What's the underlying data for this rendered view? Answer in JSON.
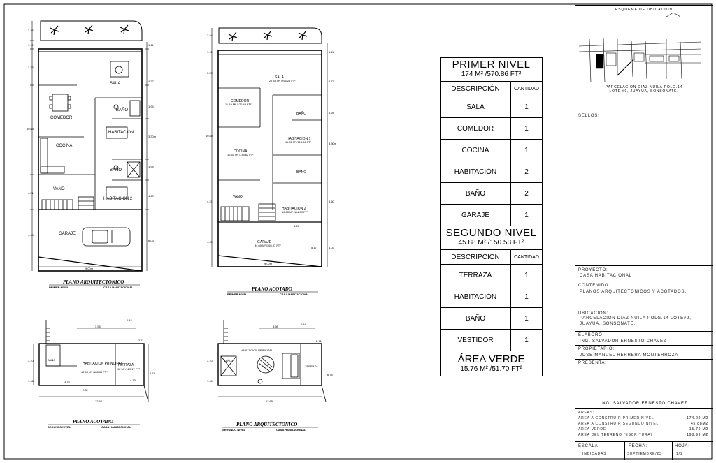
{
  "plans": {
    "plan1": {
      "title": "PLANO ARQUITECTONICO",
      "sub_left": "PRIMER NIVEL",
      "sub_right": "CASA HABITACIONAL"
    },
    "plan2": {
      "title": "PLANO ACOTADO",
      "sub_left": "PRIMER NIVEL",
      "sub_right": "CASA HABITACIONAL"
    },
    "plan3": {
      "title": "PLANO ACOTADO",
      "sub_left": "SEGUNDO NIVEL",
      "sub_right": "CASA HABITACIONAL"
    },
    "plan4": {
      "title": "PLANO ARQUITECTONICO",
      "sub_left": "SEGUNDO NIVEL",
      "sub_right": "CASA HABITACIONAL"
    },
    "rooms": {
      "sala": "SALA",
      "comedor": "COMEDOR",
      "cocina": "COCINA",
      "bano": "BAÑO",
      "habitacion1": "HABITACION 1",
      "habitacion2": "HABITACION 2",
      "vano": "VANO",
      "garaje": "GARAJE",
      "terraza": "TERRAZA",
      "hab_principal": "HABITACION PRINCIPAL"
    },
    "dims": {
      "d234": "2.34",
      "d112": "1.12",
      "d323": "3.23",
      "d1085": "10.85",
      "d421": "4.21",
      "d445": "4.45",
      "d900": "9.00m",
      "d603": "6.03",
      "d111": "1.11",
      "d477": "4.77",
      "d194": "1.94",
      "d330": "3.30m",
      "d460": "4.60",
      "d300": "3.00",
      "d1265": "12.65",
      "d310": "3.10",
      "d146": "1.46",
      "d674": "6.74",
      "d356": "3.56",
      "d044": "0.44",
      "d271": "2.71",
      "d413": "4.13",
      "d232": "2.32",
      "d175": "1.75",
      "d517": "5.17",
      "d423": "4.23"
    },
    "area_notes": {
      "sala": "27.43 M² /295.21 FT²",
      "comedor": "11.19 M² /120.43 FT²",
      "cocina": "12.60 M² /135.62 FT²",
      "habitacion1": "11.02 M² /118.61 FT²",
      "habitacion2": "10.60 M² /114.09 FT²",
      "garaje": "34.00 M² /365.97 FT²",
      "hab_principal": "17.50 M² /188.36 FT²",
      "terraza": "12 M² /129.17 FT²"
    }
  },
  "summary": {
    "level1_title": "PRIMER NIVEL",
    "level1_area": "174 M² /570.86 FT²",
    "col_desc": "DESCRIPCIÓN",
    "col_qty": "CANTIDAD",
    "level1_rows": [
      {
        "desc": "SALA",
        "qty": "1"
      },
      {
        "desc": "COMEDOR",
        "qty": "1"
      },
      {
        "desc": "COCINA",
        "qty": "1"
      },
      {
        "desc": "HABITACIÓN",
        "qty": "2"
      },
      {
        "desc": "BAÑO",
        "qty": "2"
      },
      {
        "desc": "GARAJE",
        "qty": "1"
      }
    ],
    "level2_title": "SEGUNDO NIVEL",
    "level2_area": "45.88 M² /150.53 FT²",
    "level2_rows": [
      {
        "desc": "TERRAZA",
        "qty": "1"
      },
      {
        "desc": "HABITACIÓN",
        "qty": "1"
      },
      {
        "desc": "BAÑO",
        "qty": "1"
      },
      {
        "desc": "VESTIDOR",
        "qty": "1"
      }
    ],
    "green_title": "ÁREA VERDE",
    "green_area": "15.76 M² /51.70 FT²"
  },
  "titleblock": {
    "location_title": "ESQUEMA DE UBICACION",
    "location_caption_1": "PARCELACION DIAZ NUILA POLG.14",
    "location_caption_2": "LOTE #9, JUAYUA, SONSONATE.",
    "sellos_label": "SELLOS:",
    "proyecto_label": "PROYECTO:",
    "proyecto_value": "CASA HABITACIONAL",
    "contenido_label": "CONTENIDO:",
    "contenido_value": "PLANOS ARQUITECTONICOS Y ACOTADOS.",
    "ubicacion_label": "UBICACION:",
    "ubicacion_value_1": "PARCELACION DIAZ NUILA POLG.14 LOTE#9,",
    "ubicacion_value_2": "JUAYUA, SONSONATE.",
    "elaboro_label": "ELABORO:",
    "elaboro_value": "ING. SALVADOR ERNESTO CHAVEZ",
    "propietario_label": "PROPIETARIO:",
    "propietario_value": "JOSE MANUEL HERRERA MONTERROZA",
    "presenta_label": "PRESENTA:",
    "signature_name": "ING. SALVADOR ERNESTO CHAVEZ",
    "areas_label": "AREAS:",
    "areas": [
      {
        "label": "AREA A CONSTRUIR PRIMER NIVEL",
        "value": "174.00 M2"
      },
      {
        "label": "AREA A CONSTRUIR SEGUNDO NIVEL",
        "value": "45.88M2"
      },
      {
        "label": "AREA VERDE",
        "value": "15.76 M2"
      },
      {
        "label": "AREA DEL TERRENO (ESCRITURA)",
        "value": "198.99 M2"
      }
    ],
    "escala_label": "ESCALA:",
    "escala_value": "INDICADAS",
    "fecha_label": "FECHA:",
    "fecha_value": "SEPTIEMBRE/23",
    "hoja_label": "HOJA:",
    "hoja_value": "1/1"
  }
}
